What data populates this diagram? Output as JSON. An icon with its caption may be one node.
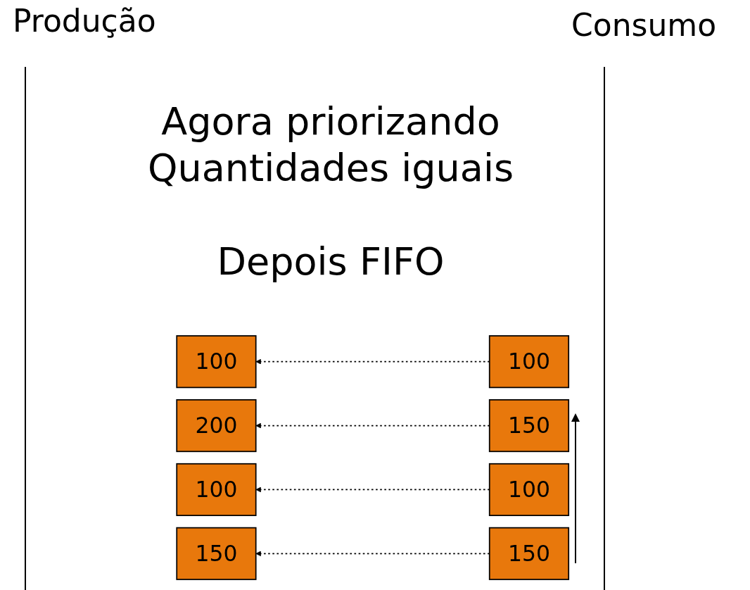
{
  "diagram": {
    "title": "Agora priorizando Quantidades iguais",
    "nodes": [
      {
        "text": [
          "200"
        ]
      },
      {
        "text": [
          "100"
        ]
      },
      {
        "text": [
          "150"
        ]
      },
      {
        "text": [
          "100"
        ]
      },
      {
        "text": [
          "100"
        ]
      },
      {
        "text": [
          "150"
        ]
      },
      {
        "text": [
          "100"
        ]
      },
      {
        "text": [
          "150"
        ]
      }
    ],
    "edges": [
      {
        "from": 4,
        "to": 1,
        "arrow": "to",
        "style": "dashed"
      },
      {
        "from": 5,
        "to": 0,
        "arrow": "to",
        "style": "dashed"
      },
      {
        "from": 6,
        "to": 3,
        "arrow": "to",
        "style": "dashed"
      },
      {
        "from": 7,
        "to": 2,
        "arrow": "to",
        "style": "dashed"
      }
    ],
    "labels": [
      "Produção",
      "Consumo",
      "Depois FIFO"
    ]
  }
}
